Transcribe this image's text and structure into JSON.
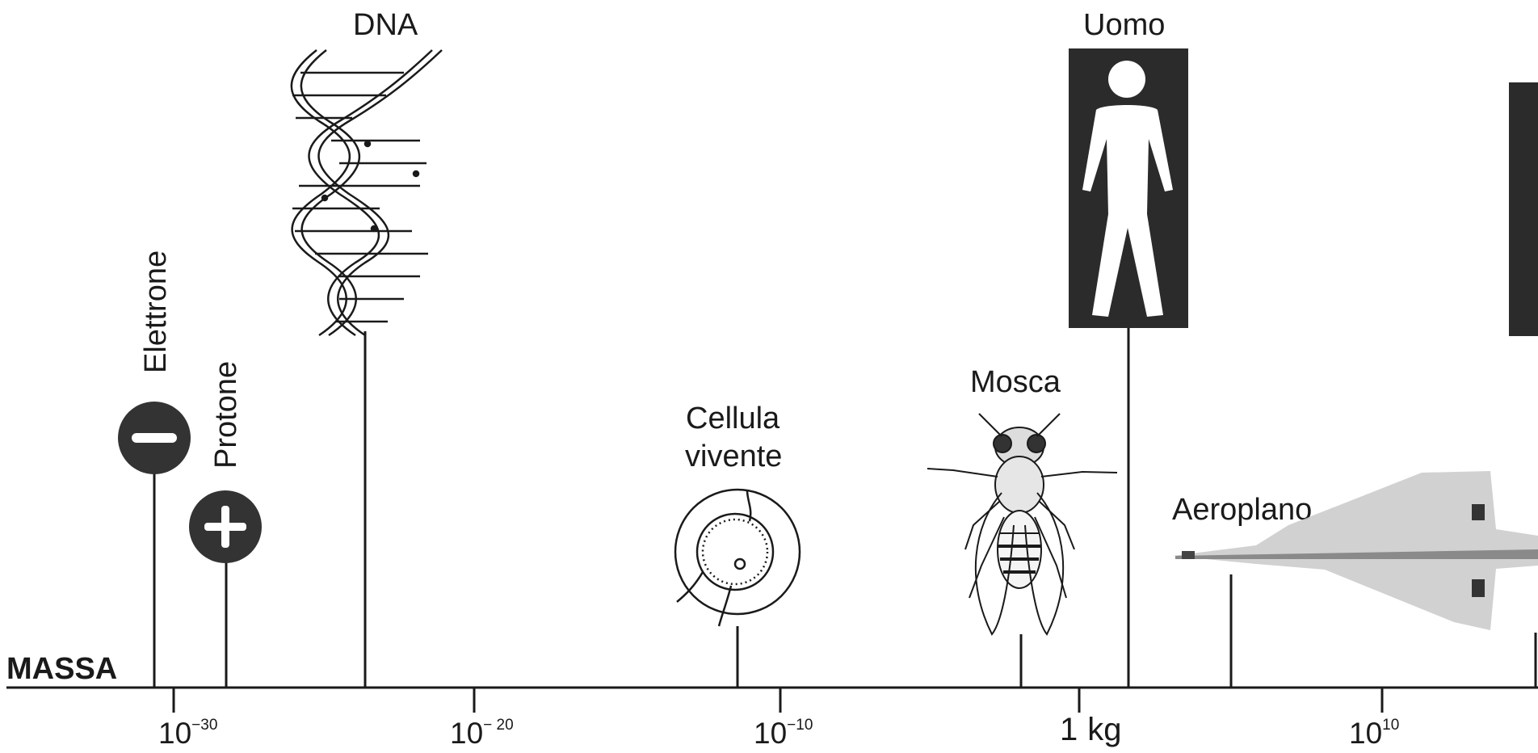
{
  "axis": {
    "title": "MASSA",
    "ticks": [
      {
        "base": "10",
        "exp": "−30"
      },
      {
        "base": "10",
        "exp": "− 20"
      },
      {
        "base": "10",
        "exp": "−10"
      },
      {
        "base": "1",
        "exp": "",
        "unit": "kg"
      },
      {
        "base": "10",
        "exp": "10"
      }
    ]
  },
  "objects": {
    "elettrone": "Elettrone",
    "protone": "Protone",
    "dna": "DNA",
    "cellula_line1": "Cellula",
    "cellula_line2": "vivente",
    "mosca": "Mosca",
    "uomo": "Uomo",
    "aeroplano": "Aeroplano"
  },
  "icons": {
    "electron": "minus-sign",
    "proton": "plus-sign"
  },
  "colors": {
    "ink": "#1a1a1a",
    "panel": "#2b2b2b",
    "particle": "#333333"
  }
}
